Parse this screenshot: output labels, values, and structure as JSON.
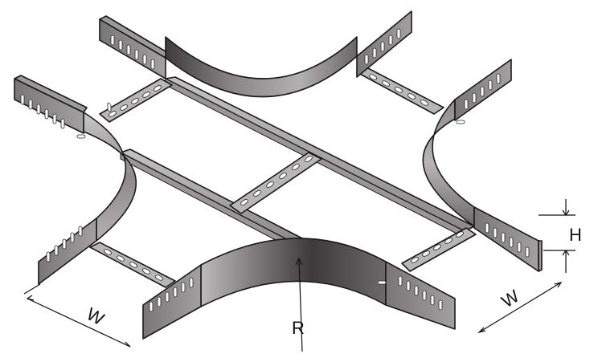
{
  "diagram": {
    "labels": {
      "width_left": "W",
      "width_right": "W",
      "height": "H",
      "radius": "R"
    },
    "colors": {
      "metal_light": "#d6d4d4",
      "metal_mid": "#a9a7a8",
      "metal_dark": "#6e6a6c",
      "metal_darkest": "#4a4648",
      "outline": "#1a1a1a"
    }
  }
}
